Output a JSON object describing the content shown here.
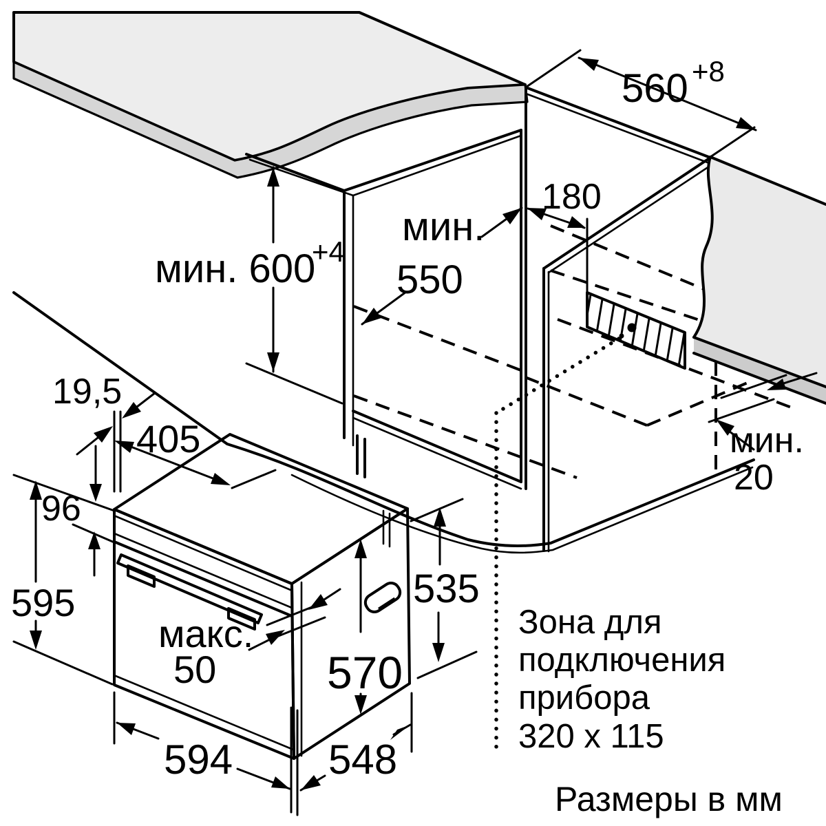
{
  "diagram": {
    "dimensions": {
      "niche_width": {
        "value": "560",
        "sup": "+8"
      },
      "niche_height": {
        "value": "мин. 600",
        "sup": "+4"
      },
      "niche_depth": {
        "word": "мин.",
        "value": "550"
      },
      "socket_offset": {
        "value": "180"
      },
      "rear_gap": {
        "word": "мин.",
        "value": "20"
      },
      "front_overhang": {
        "value": "19,5"
      },
      "top_depth": {
        "value": "405"
      },
      "panel_height": {
        "value": "96"
      },
      "oven_height": {
        "value": "595"
      },
      "handle_clearance": {
        "word": "макс.",
        "value": "50"
      },
      "door_height": {
        "value": "570"
      },
      "body_height": {
        "value": "535"
      },
      "oven_width": {
        "value": "594"
      },
      "body_depth": {
        "value": "548"
      }
    },
    "connection_zone_note": {
      "line1": "Зона для",
      "line2": "подключения",
      "line3": "прибора",
      "line4": "320 x 115"
    },
    "units_note": "Размеры в мм",
    "colors": {
      "line": "#000000",
      "counter_top": "#ededed",
      "counter_edge": "#d6d6d6",
      "wall": "#eaeaea",
      "baseboard": "#cccccc",
      "background": "#ffffff"
    }
  }
}
